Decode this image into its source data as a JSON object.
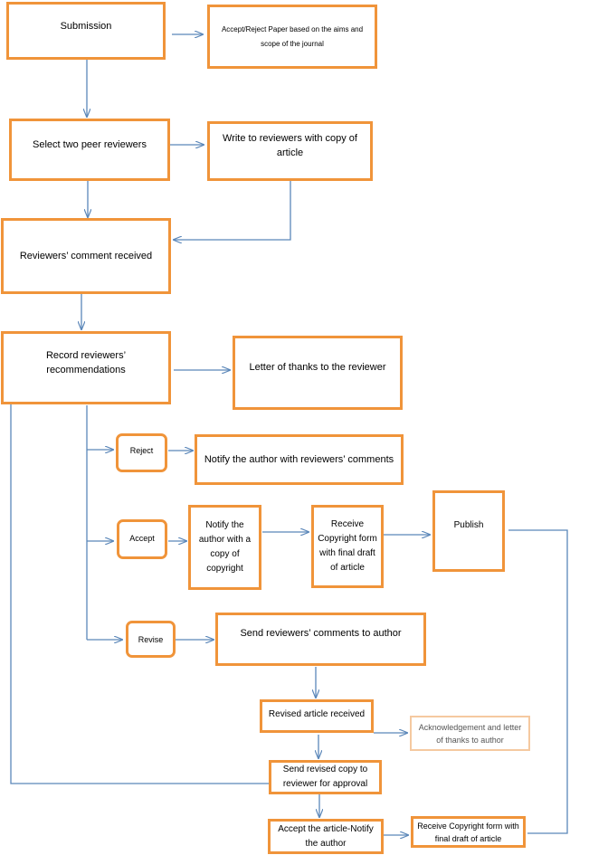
{
  "colors": {
    "box_border": "#f0943a",
    "box_border_light": "#f5c9a0",
    "arrow": "#5b87b9"
  },
  "nodes": {
    "submission": "Submission",
    "accept_reject": "Accept/Reject Paper based on the aims and scope of the journal",
    "select_reviewers": "Select two peer reviewers",
    "write_reviewers": "Write to reviewers with copy of article",
    "comment_received": "Reviewers’ comment received",
    "record_recommendations": "Record reviewers’ recommendations",
    "letter_thanks": "Letter of thanks to the reviewer",
    "reject": "Reject",
    "notify_reject": "Notify the author with reviewers’ comments",
    "accept": "Accept",
    "notify_copyright": "Notify the author with a copy of copyright",
    "receive_copyright": "Receive Copyright form with final draft of article",
    "publish": "Publish",
    "revise": "Revise",
    "send_comments": "Send reviewers’ comments to author",
    "revised_received": "Revised article received",
    "acknowledgement": "Acknowledgement and letter of thanks to author",
    "send_revised": "Send revised copy to reviewer for approval",
    "accept_notify": "Accept the article-Notify the author",
    "receive_copyright_final": "Receive Copyright form with final draft of article"
  }
}
